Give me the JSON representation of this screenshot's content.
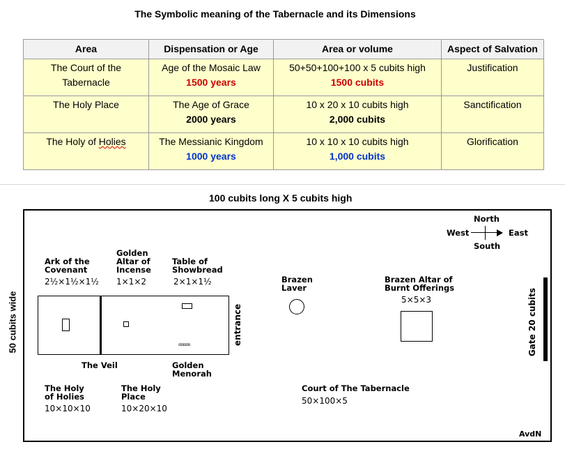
{
  "title": "The Symbolic meaning of the Tabernacle and its Dimensions",
  "table": {
    "headers": [
      "Area",
      "Dispensation or Age",
      "Area or volume",
      "Aspect of Salvation"
    ],
    "rows": [
      {
        "area": "The Court of the Tabernacle",
        "age": "Age of the Mosaic Law",
        "years": "1500 years",
        "volume": "50+50+100+100 x 5 cubits high",
        "cubits": "1500 cubits",
        "aspect": "Justification"
      },
      {
        "area": "The Holy Place",
        "age": "The Age of Grace",
        "years": "2000 years",
        "volume": "10 x 20 x 10 cubits high",
        "cubits": "2,000 cubits",
        "aspect": "Sanctification"
      },
      {
        "area_prefix": "The Holy of ",
        "area_word": "Holies",
        "age": "The Messianic Kingdom",
        "years": "1000 years",
        "volume": "10 x 10 x 10 cubits high",
        "cubits": "1,000 cubits",
        "aspect": "Glorification"
      }
    ]
  },
  "diagram": {
    "top_label": "100 cubits long X 5 cubits high",
    "side_label": "50 cubits wide",
    "compass": {
      "north": "North",
      "south": "South",
      "east": "East",
      "west": "West"
    },
    "ark": {
      "line1": "Ark of the",
      "line2": "Covenant",
      "dims": "2½×1½×1½"
    },
    "incense": {
      "line1": "Golden",
      "line2": "Altar of",
      "line3": "Incense",
      "dims": "1×1×2"
    },
    "showbread": {
      "line1": "Table of",
      "line2": "Showbread",
      "dims": "2×1×1½"
    },
    "laver": {
      "line1": "Brazen",
      "line2": "Laver"
    },
    "altar": {
      "line1": "Brazen Altar of",
      "line2": "Burnt Offerings",
      "dims": "5×5×3"
    },
    "entrance": "entrance",
    "veil": "The Veil",
    "menorah": {
      "line1": "Golden",
      "line2": "Menorah",
      "glyph": "ooooooo"
    },
    "holies": {
      "line1": "The Holy",
      "line2": "of Holies",
      "dims": "10×10×10"
    },
    "holy_place": {
      "line1": "The Holy",
      "line2": "Place",
      "dims": "10×20×10"
    },
    "court": {
      "line1": "Court of The Tabernacle",
      "dims": "50×100×5"
    },
    "gate": "Gate  20 cubits",
    "signature": "AvdN"
  }
}
